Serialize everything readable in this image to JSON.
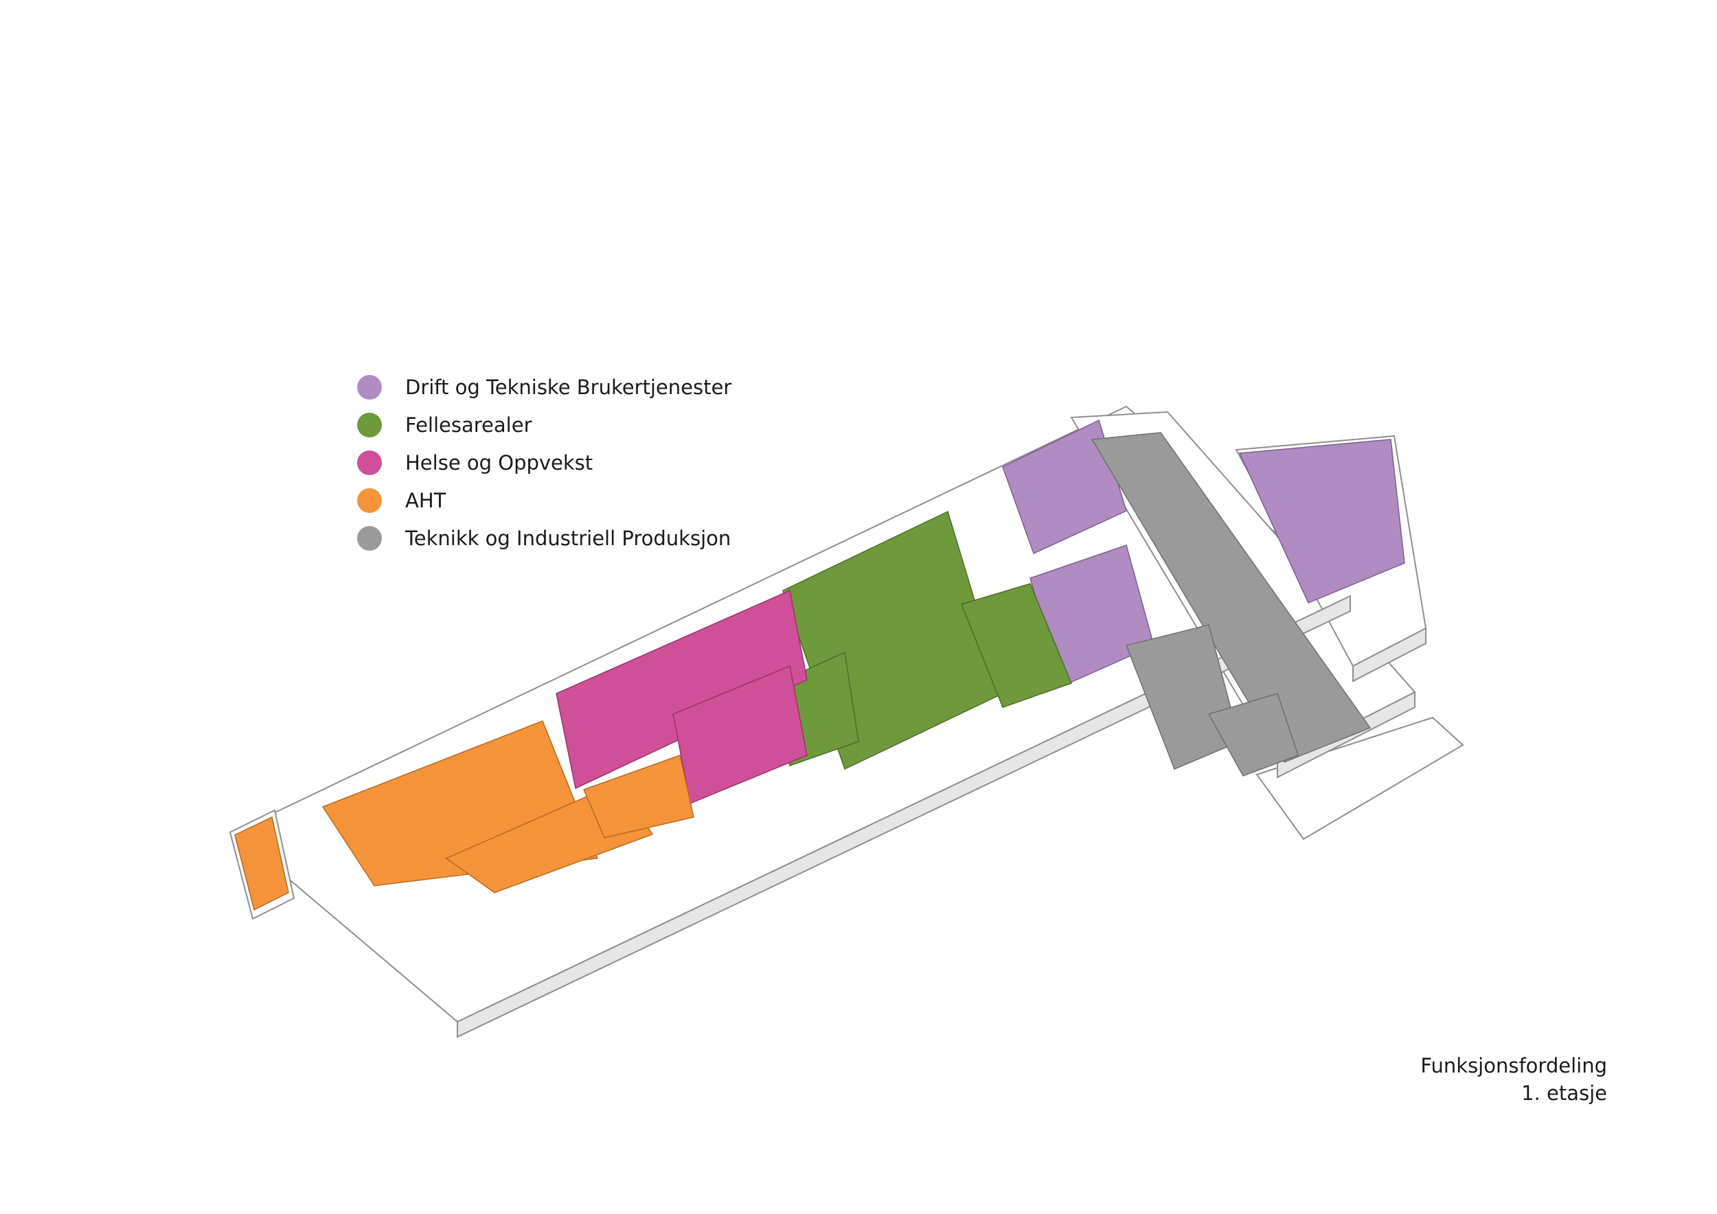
{
  "legend": {
    "items": [
      {
        "label": "Drift og Tekniske Brukertjenester",
        "color": "#b08cc2"
      },
      {
        "label": "Fellesarealer",
        "color": "#6e9a3c"
      },
      {
        "label": "Helse og Oppvekst",
        "color": "#cf4f98"
      },
      {
        "label": "AHT",
        "color": "#f5943a"
      },
      {
        "label": "Teknikk og Industriell Produksjon",
        "color": "#9a9a9a"
      }
    ]
  },
  "caption": {
    "title": "Funksjonsfordeling",
    "floor": "1. etasje"
  }
}
